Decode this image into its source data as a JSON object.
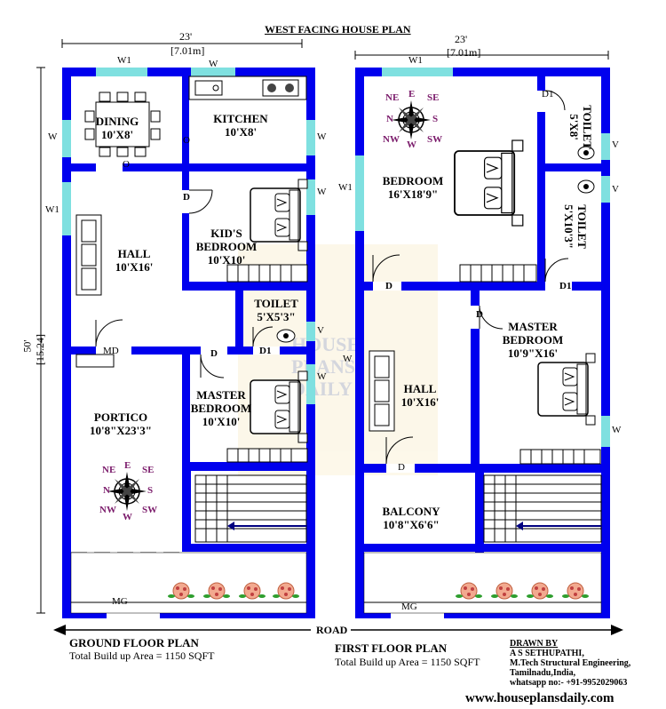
{
  "title": "WEST FACING HOUSE PLAN",
  "dimensions": {
    "gf_width": "23'",
    "gf_width_m": "[7.01m]",
    "ff_width": "23'",
    "ff_width_m": "[7.01m]",
    "depth": "50'",
    "depth_m": "[15.24]"
  },
  "ground_floor": {
    "rooms": {
      "dining": {
        "name": "DINING",
        "size": "10'X8'"
      },
      "kitchen": {
        "name": "KITCHEN",
        "size": "10'X8'"
      },
      "hall": {
        "name": "HALL",
        "size": "10'X16'"
      },
      "kids_bedroom": {
        "name": "KID'S",
        "name2": "BEDROOM",
        "size": "10'X10'"
      },
      "toilet": {
        "name": "TOILET",
        "size": "5'X5'3\""
      },
      "master_bedroom": {
        "name": "MASTER",
        "name2": "BEDROOM",
        "size": "10'X10'"
      },
      "portico": {
        "name": "PORTICO",
        "size": "10'8\"X23'3\""
      }
    },
    "labels": {
      "w1_top": "W1",
      "w_top": "W",
      "w_left": "W",
      "w1_left": "W1",
      "o1": "O",
      "o2": "O",
      "w_kitchen": "W",
      "w_kids": "W",
      "d_kids": "D",
      "md": "MD",
      "d1_toilet": "D1",
      "v_toilet": "V",
      "w_master": "W",
      "d_master": "D",
      "mg": "MG"
    },
    "plan_title": "GROUND FLOOR PLAN",
    "area": "Total Build up Area = 1150 SQFT"
  },
  "first_floor": {
    "rooms": {
      "bedroom": {
        "name": "BEDROOM",
        "size": "16'X18'9\""
      },
      "toilet1": {
        "name": "TOILET",
        "size": "5'X8'"
      },
      "toilet2": {
        "name": "TOILET",
        "size": "5'X10'3\""
      },
      "hall": {
        "name": "HALL",
        "size": "10'X16'"
      },
      "master_bedroom": {
        "name": "MASTER",
        "name2": "BEDROOM",
        "size": "10'9\"X16'"
      },
      "balcony": {
        "name": "BALCONY",
        "size": "10'8\"X6'6\""
      }
    },
    "labels": {
      "w1_top": "W1",
      "w1_left": "W1",
      "d1_top": "D1",
      "v1": "V",
      "v2": "V",
      "d_bed": "D",
      "d1_toilet": "D1",
      "w_hall": "W",
      "d_master": "D",
      "w_master": "W",
      "d_balcony": "D",
      "mg": "MG"
    },
    "plan_title": "FIRST FLOOR PLAN",
    "area": "Total Build up Area = 1150 SQFT"
  },
  "compass": {
    "n": "N",
    "s": "S",
    "e": "E",
    "w": "W",
    "ne": "NE",
    "nw": "NW",
    "se": "SE",
    "sw": "SW"
  },
  "road": "ROAD",
  "credits": {
    "drawn_by": "DRAWN BY",
    "name": "A S SETHUPATHI,",
    "degree": "M.Tech Structural Engineering,",
    "location": "Tamilnadu,India,",
    "whatsapp": "whatsapp no:- +91-9952029063"
  },
  "website": "www.houseplansdaily.com",
  "watermark": [
    "HOUSE",
    "PLANS",
    "DAILY"
  ],
  "colors": {
    "wall": "#0000ee",
    "window": "#7fe0e0",
    "compass": "#7a1a6a",
    "flower": "#e88a6a",
    "leaf": "#2e9e2e"
  }
}
